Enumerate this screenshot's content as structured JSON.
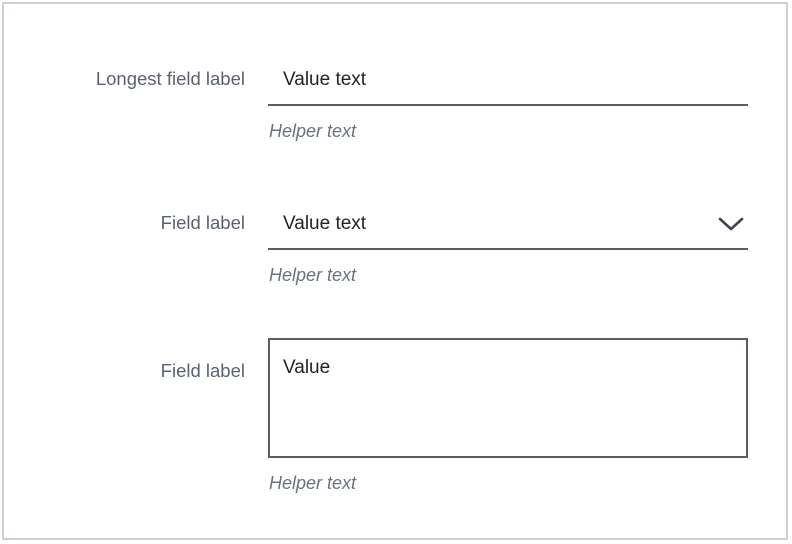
{
  "form": {
    "frame_border_color": "#ccd1d9",
    "label_color": "#5a6270",
    "value_color": "#232326",
    "helper_color": "#6b7280",
    "rule_color": "#585d66",
    "fields": [
      {
        "label": "Longest field label",
        "type": "text",
        "value": "Value text",
        "helper": "Helper text"
      },
      {
        "label": "Field label",
        "type": "select",
        "value": "Value text",
        "helper": "Helper text",
        "icon": "chevron-down-icon"
      },
      {
        "label": "Field label",
        "type": "textarea",
        "value": "Value",
        "helper": "Helper text"
      }
    ]
  }
}
